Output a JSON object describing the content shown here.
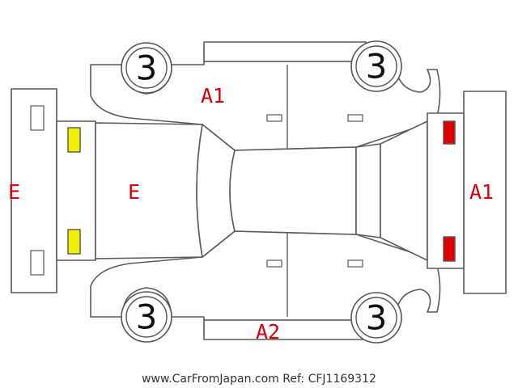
{
  "damage_codes": {
    "top_side": "A1",
    "front_left": "E",
    "front_bumper": "E",
    "rear_bumper": "A1",
    "bottom_side": "A2"
  },
  "tires": {
    "front_top": "3",
    "rear_top": "3",
    "front_bottom": "3",
    "rear_bottom": "3"
  },
  "colors": {
    "damage_code": "#d8000c",
    "headlight": "#f2f200",
    "taillight": "#e00000",
    "outline": "#5a5a5a"
  },
  "watermark": "www.CarFromJapan.com Ref: CFJ1169312"
}
